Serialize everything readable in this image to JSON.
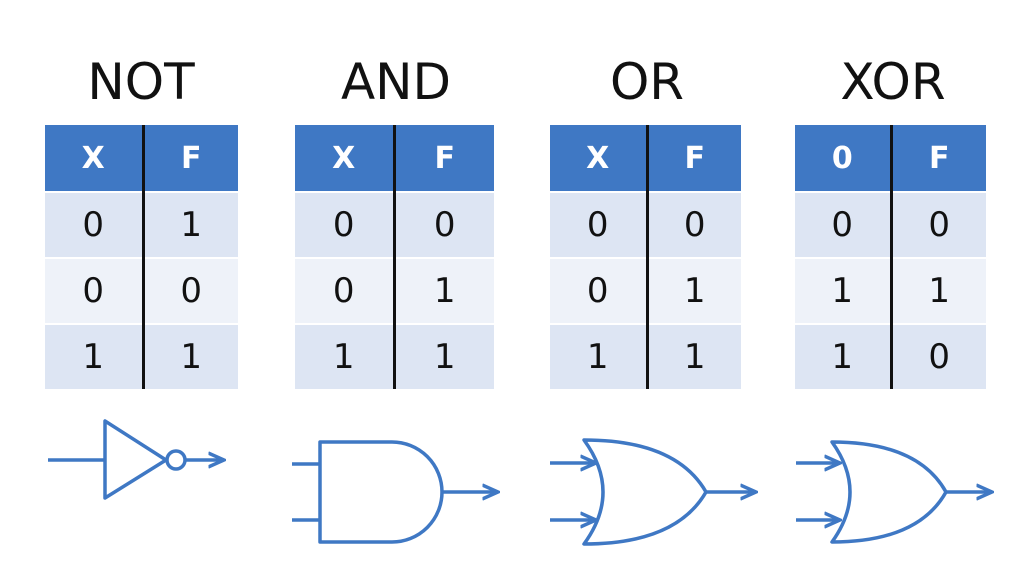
{
  "gates": [
    {
      "title": "NOT",
      "headers": [
        "X",
        "F"
      ],
      "rows": [
        [
          "0",
          "1"
        ],
        [
          "0",
          "0"
        ],
        [
          "1",
          "1"
        ]
      ],
      "symbol": "not-gate-icon"
    },
    {
      "title": "AND",
      "headers": [
        "X",
        "F"
      ],
      "rows": [
        [
          "0",
          "0"
        ],
        [
          "0",
          "1"
        ],
        [
          "1",
          "1"
        ]
      ],
      "symbol": "and-gate-icon"
    },
    {
      "title": "OR",
      "headers": [
        "X",
        "F"
      ],
      "rows": [
        [
          "0",
          "0"
        ],
        [
          "0",
          "1"
        ],
        [
          "1",
          "1"
        ]
      ],
      "symbol": "or-gate-icon"
    },
    {
      "title": "XOR",
      "headers": [
        "0",
        "F"
      ],
      "rows": [
        [
          "0",
          "0"
        ],
        [
          "1",
          "1"
        ],
        [
          "1",
          "0"
        ]
      ],
      "symbol": "xor-gate-icon"
    }
  ],
  "colors": {
    "header_fill": "#3f78c4",
    "row_fill_dark": "#dde5f3",
    "row_fill_light": "#eef2f9",
    "symbol_stroke": "#3f78c4"
  }
}
